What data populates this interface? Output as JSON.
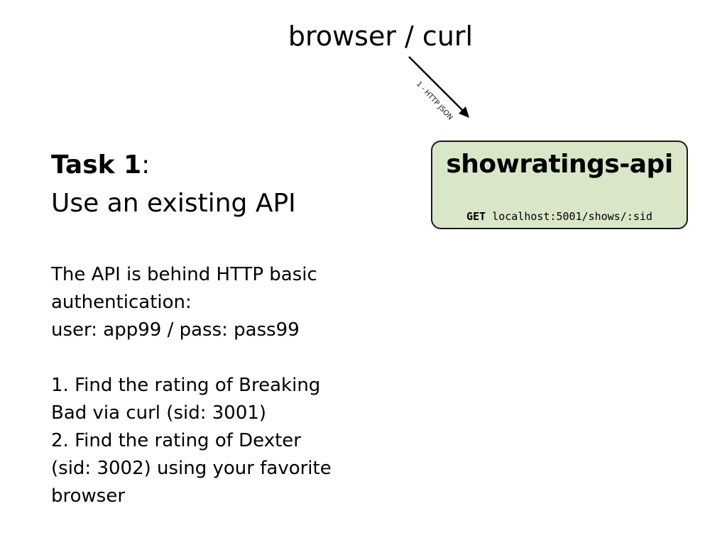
{
  "client": {
    "label": "browser / curl"
  },
  "connection": {
    "label": "1 - HTTP JSON"
  },
  "api": {
    "name": "showratings-api",
    "method": "GET",
    "endpoint": "localhost:5001/shows/:sid",
    "fill_color": "#d9e7c8",
    "border_color": "#1a1a1a"
  },
  "task": {
    "number": "Task 1",
    "colon": ":",
    "subtitle": "Use an existing API",
    "auth_line1": "The API is behind HTTP basic",
    "auth_line2": "authentication:",
    "auth_line3": "user: app99 / pass: pass99",
    "step1_line1": "1. Find the rating of Breaking",
    "step1_line2": "Bad via curl (sid: 3001)",
    "step2_line1": "2. Find the rating of Dexter",
    "step2_line2": "(sid: 3002) using your favorite",
    "step2_line3": "browser"
  }
}
